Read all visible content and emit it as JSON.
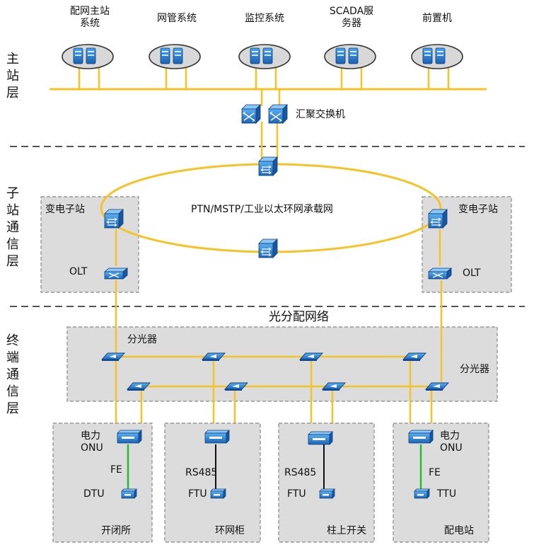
{
  "layers": {
    "master": "主站层",
    "substation": "子站通信层",
    "terminal": "终端通信层"
  },
  "servers": [
    {
      "label": "配网主站系统"
    },
    {
      "label": "网管系统"
    },
    {
      "label": "监控系统"
    },
    {
      "label": "SCADA服务器"
    },
    {
      "label": "前置机"
    }
  ],
  "aggregation_switch": "汇聚交换机",
  "ring_network": "PTN/MSTP/工业以太环网承载网",
  "substations": {
    "left": {
      "name": "变电子站",
      "olt": "OLT"
    },
    "right": {
      "name": "变电子站",
      "olt": "OLT"
    }
  },
  "optical_network": {
    "title": "光分配网络",
    "splitter_left": "分光器",
    "splitter_right": "分光器"
  },
  "terminals": [
    {
      "onu": "电力ONU",
      "link": "FE",
      "device": "DTU",
      "site": "开闭所"
    },
    {
      "onu": "",
      "link": "RS485",
      "device": "FTU",
      "site": "环网柜"
    },
    {
      "onu": "",
      "link": "RS485",
      "device": "FTU",
      "site": "柱上开关"
    },
    {
      "onu": "电力ONU",
      "link": "FE",
      "device": "TTU",
      "site": "配电站"
    }
  ],
  "colors": {
    "fiber": "#f5c325",
    "device_blue": "#2a86d8",
    "device_dark": "#1c5fa8",
    "box_fill": "#dcdcdc",
    "box_border": "#888888",
    "green_link": "#22bb33",
    "ellipse_fill": "#d6d6d6"
  }
}
